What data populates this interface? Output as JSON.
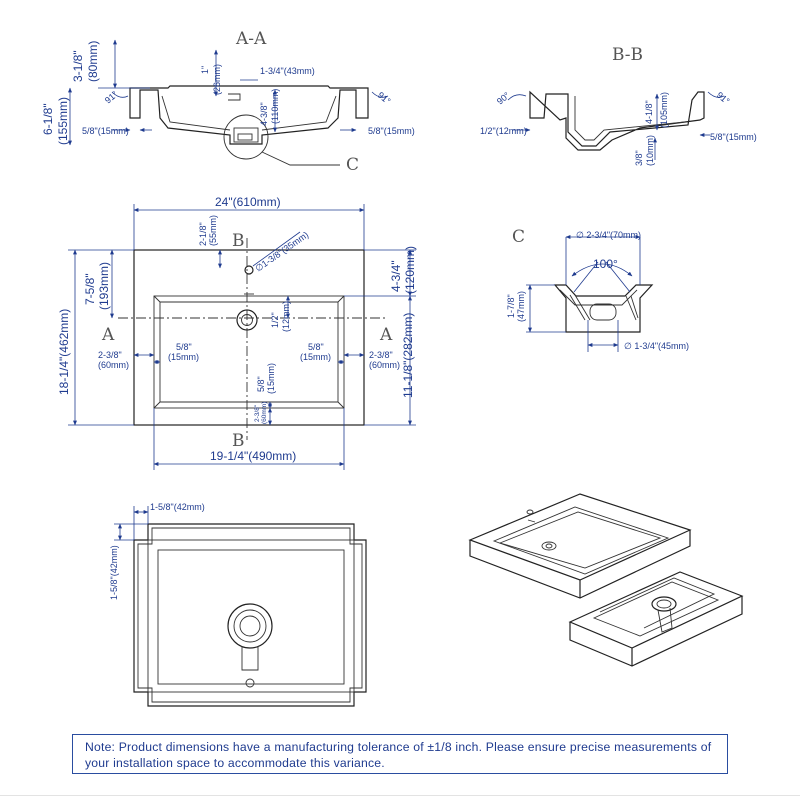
{
  "section_labels": {
    "aa": "A-A",
    "bb": "B-B",
    "c_aa": "C",
    "c_detail": "C",
    "b_top": "B",
    "b_bottom": "B",
    "a_left": "A",
    "a_right": "A"
  },
  "aa": {
    "h1": "3-1/8\"",
    "h1mm": "(80mm)",
    "h2": "6-1/8\"",
    "h2mm": "(155mm)",
    "tap": "1\"",
    "tapmm": "(26mm)",
    "off": "1-3/4\"(43mm)",
    "depth": "4-3/8\"",
    "depthmm": "(110mm)",
    "lip_l": "5/8\"(15mm)",
    "lip_r": "5/8\"(15mm)",
    "ang_l": "91°",
    "ang_r": "91°"
  },
  "bb": {
    "ang_l": "90°",
    "ang_r": "91°",
    "depth": "4-1/8\"",
    "depthmm": "(105mm)",
    "lip_l": "1/2\"(12mm)",
    "lip_r": "5/8\"(15mm)",
    "slot": "3/8\"",
    "slotmm": "(10mm)"
  },
  "top": {
    "width": "24\"(610mm)",
    "height": "18-1/4\"(462mm)",
    "tap_off": "2-1/8\"",
    "tap_offmm": "(55mm)",
    "tap_dia": "∅1-3/8\"(35mm)",
    "d1": "7-5/8\"",
    "d1mm": "(193mm)",
    "d2": "4-3/4\"",
    "d2mm": "(120mm)",
    "d3": "11-1/8\"(282mm)",
    "ov": "1/2\"",
    "ovmm": "(12mm)",
    "r_l": "5/8\"",
    "r_lmm": "(15mm)",
    "r_r": "5/8\"",
    "r_rmm": "(15mm)",
    "m_l": "2-3/8\"",
    "m_lmm": "(60mm)",
    "m_r": "2-3/8\"",
    "m_rmm": "(60mm)",
    "r_b": "5/8\"",
    "r_bmm": "(15mm)",
    "m_b": "2-3/8\"",
    "m_bmm": "(60mm)",
    "bowl_w": "19-1/4\"(490mm)"
  },
  "detail_c": {
    "top_dia": "∅ 2-3/4\"(70mm)",
    "angle": "100°",
    "h": "1-7/8\"",
    "hmm": "(47mm)",
    "bot_dia": "∅ 1-3/4\"(45mm)"
  },
  "bottom_view": {
    "w": "1-5/8\"(42mm)",
    "h": "1-5/8\"(42mm)"
  },
  "note": "Note: Product dimensions have a manufacturing tolerance of ±1/8 inch. Please ensure precise measurements of your installation space to accommodate this variance."
}
